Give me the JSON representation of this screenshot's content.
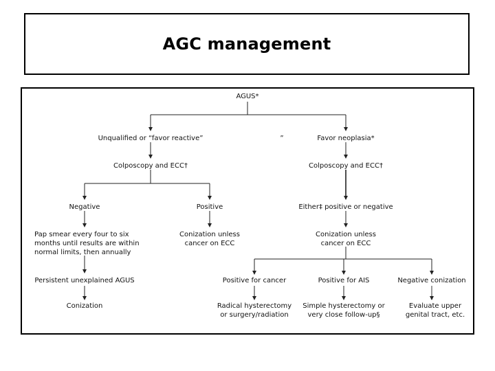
{
  "slide": {
    "title": "AGC management"
  },
  "flow": {
    "root": "AGUS*",
    "left_branch": "Unqualified or “favor reactive”",
    "stray_mark": "”",
    "right_branch": "Favor neoplasia*",
    "left_colposcopy": "Colposcopy and ECC†",
    "right_colposcopy": "Colposcopy and ECC†",
    "negative": "Negative",
    "positive": "Positive",
    "either": "Either‡ positive or negative",
    "pap_line1": "Pap smear every four to six",
    "pap_line2": "months until results are within",
    "pap_line3": "normal limits, then annually",
    "con_unless_mid_line1": "Conization unless",
    "con_unless_mid_line2": "cancer on ECC",
    "con_unless_right_line1": "Conization unless",
    "con_unless_right_line2": "cancer on ECC",
    "persistent": "Persistent unexplained AGUS",
    "conization": "Conization",
    "pos_cancer": "Positive for cancer",
    "pos_ais": "Positive for AIS",
    "neg_conization": "Negative conization",
    "radical_line1": "Radical hysterectomy",
    "radical_line2": "or surgery/radiation",
    "simple_line1": "Simple hysterectomy or",
    "simple_line2": "very close follow-up§",
    "evaluate_line1": "Evaluate upper",
    "evaluate_line2": "genital tract, etc."
  }
}
